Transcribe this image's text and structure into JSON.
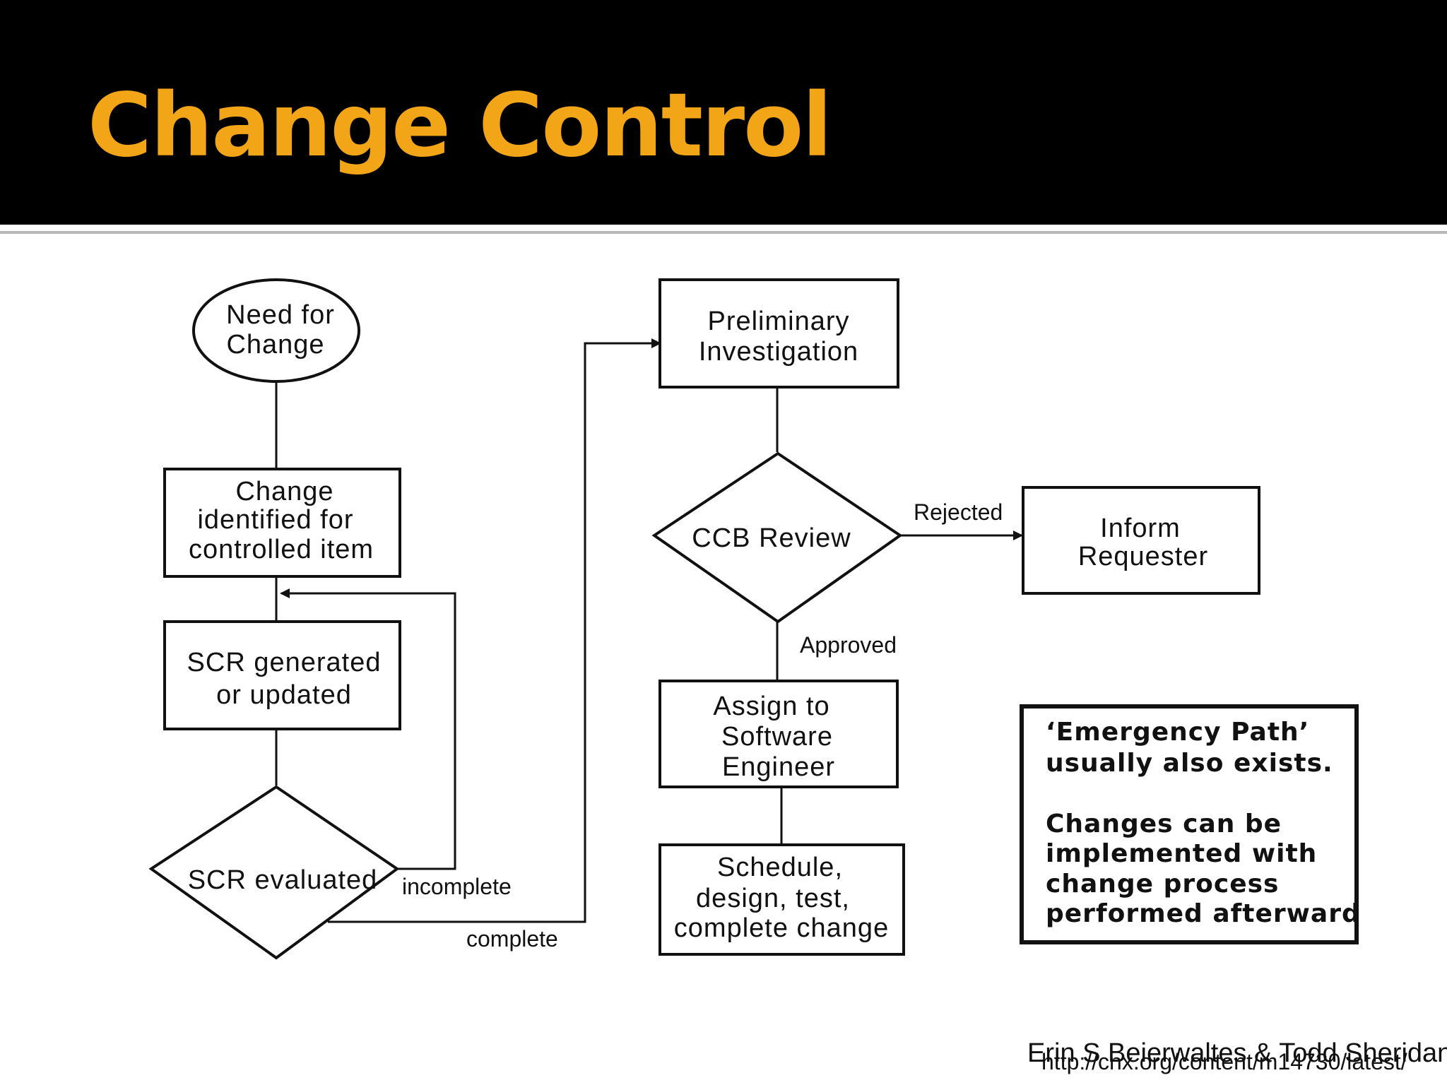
{
  "slide": {
    "title": "Change Control",
    "colors": {
      "title": "#f2a516",
      "header_background": "#000000",
      "rule": "#b9b9b9"
    }
  },
  "diagram": {
    "nodes": {
      "need_for_change": [
        "Need for",
        "Change"
      ],
      "change_identified": [
        "Change",
        "identified for",
        "controlled item"
      ],
      "scr_generated": [
        "SCR generated",
        "or updated"
      ],
      "scr_evaluated": [
        "SCR evaluated"
      ],
      "preliminary_investigation": [
        "Preliminary",
        "Investigation"
      ],
      "ccb_review": [
        "CCB Review"
      ],
      "inform_requester": [
        "Inform",
        "Requester"
      ],
      "assign_engineer": [
        "Assign to",
        "Software",
        "Engineer"
      ],
      "schedule": [
        "Schedule,",
        "design, test,",
        "complete change"
      ]
    },
    "edge_labels": {
      "incomplete": "incomplete",
      "complete": "complete",
      "rejected": "Rejected",
      "approved": "Approved"
    },
    "note": [
      "‘Emergency Path’",
      "usually also exists.",
      "",
      "Changes can be",
      "implemented with",
      "change process",
      "performed afterward"
    ]
  },
  "footer": {
    "source_url": "http://cnx.org/content/m14730/latest/",
    "credit": "Erin S Beierwaltes & Todd Sheridan"
  }
}
